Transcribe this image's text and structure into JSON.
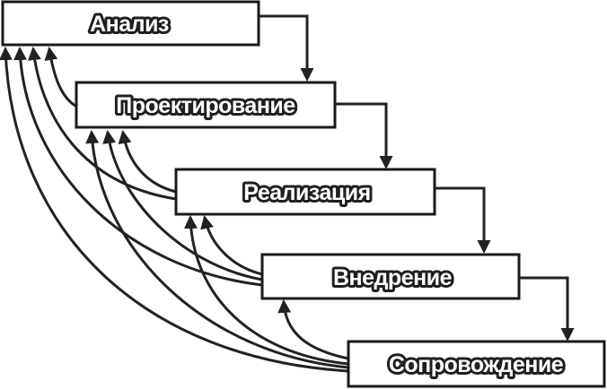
{
  "diagram": {
    "stages": [
      {
        "id": "analysis",
        "label": "Анализ"
      },
      {
        "id": "design",
        "label": "Проектирование"
      },
      {
        "id": "implementation",
        "label": "Реализация"
      },
      {
        "id": "deployment",
        "label": "Внедрение"
      },
      {
        "id": "maintenance",
        "label": "Сопровождение"
      }
    ],
    "forward_flow": [
      {
        "from": "analysis",
        "to": "design"
      },
      {
        "from": "design",
        "to": "implementation"
      },
      {
        "from": "implementation",
        "to": "deployment"
      },
      {
        "from": "deployment",
        "to": "maintenance"
      }
    ],
    "feedback_flow": [
      {
        "from": "design",
        "to": "analysis"
      },
      {
        "from": "implementation",
        "to": "analysis"
      },
      {
        "from": "implementation",
        "to": "design"
      },
      {
        "from": "deployment",
        "to": "analysis"
      },
      {
        "from": "deployment",
        "to": "design"
      },
      {
        "from": "deployment",
        "to": "implementation"
      },
      {
        "from": "maintenance",
        "to": "analysis"
      },
      {
        "from": "maintenance",
        "to": "design"
      },
      {
        "from": "maintenance",
        "to": "implementation"
      },
      {
        "from": "maintenance",
        "to": "deployment"
      }
    ],
    "colors": {
      "line": "#222222",
      "box_fill": "#ffffff",
      "text_fill": "#ffffff",
      "text_outline": "#1f1f1f"
    }
  }
}
